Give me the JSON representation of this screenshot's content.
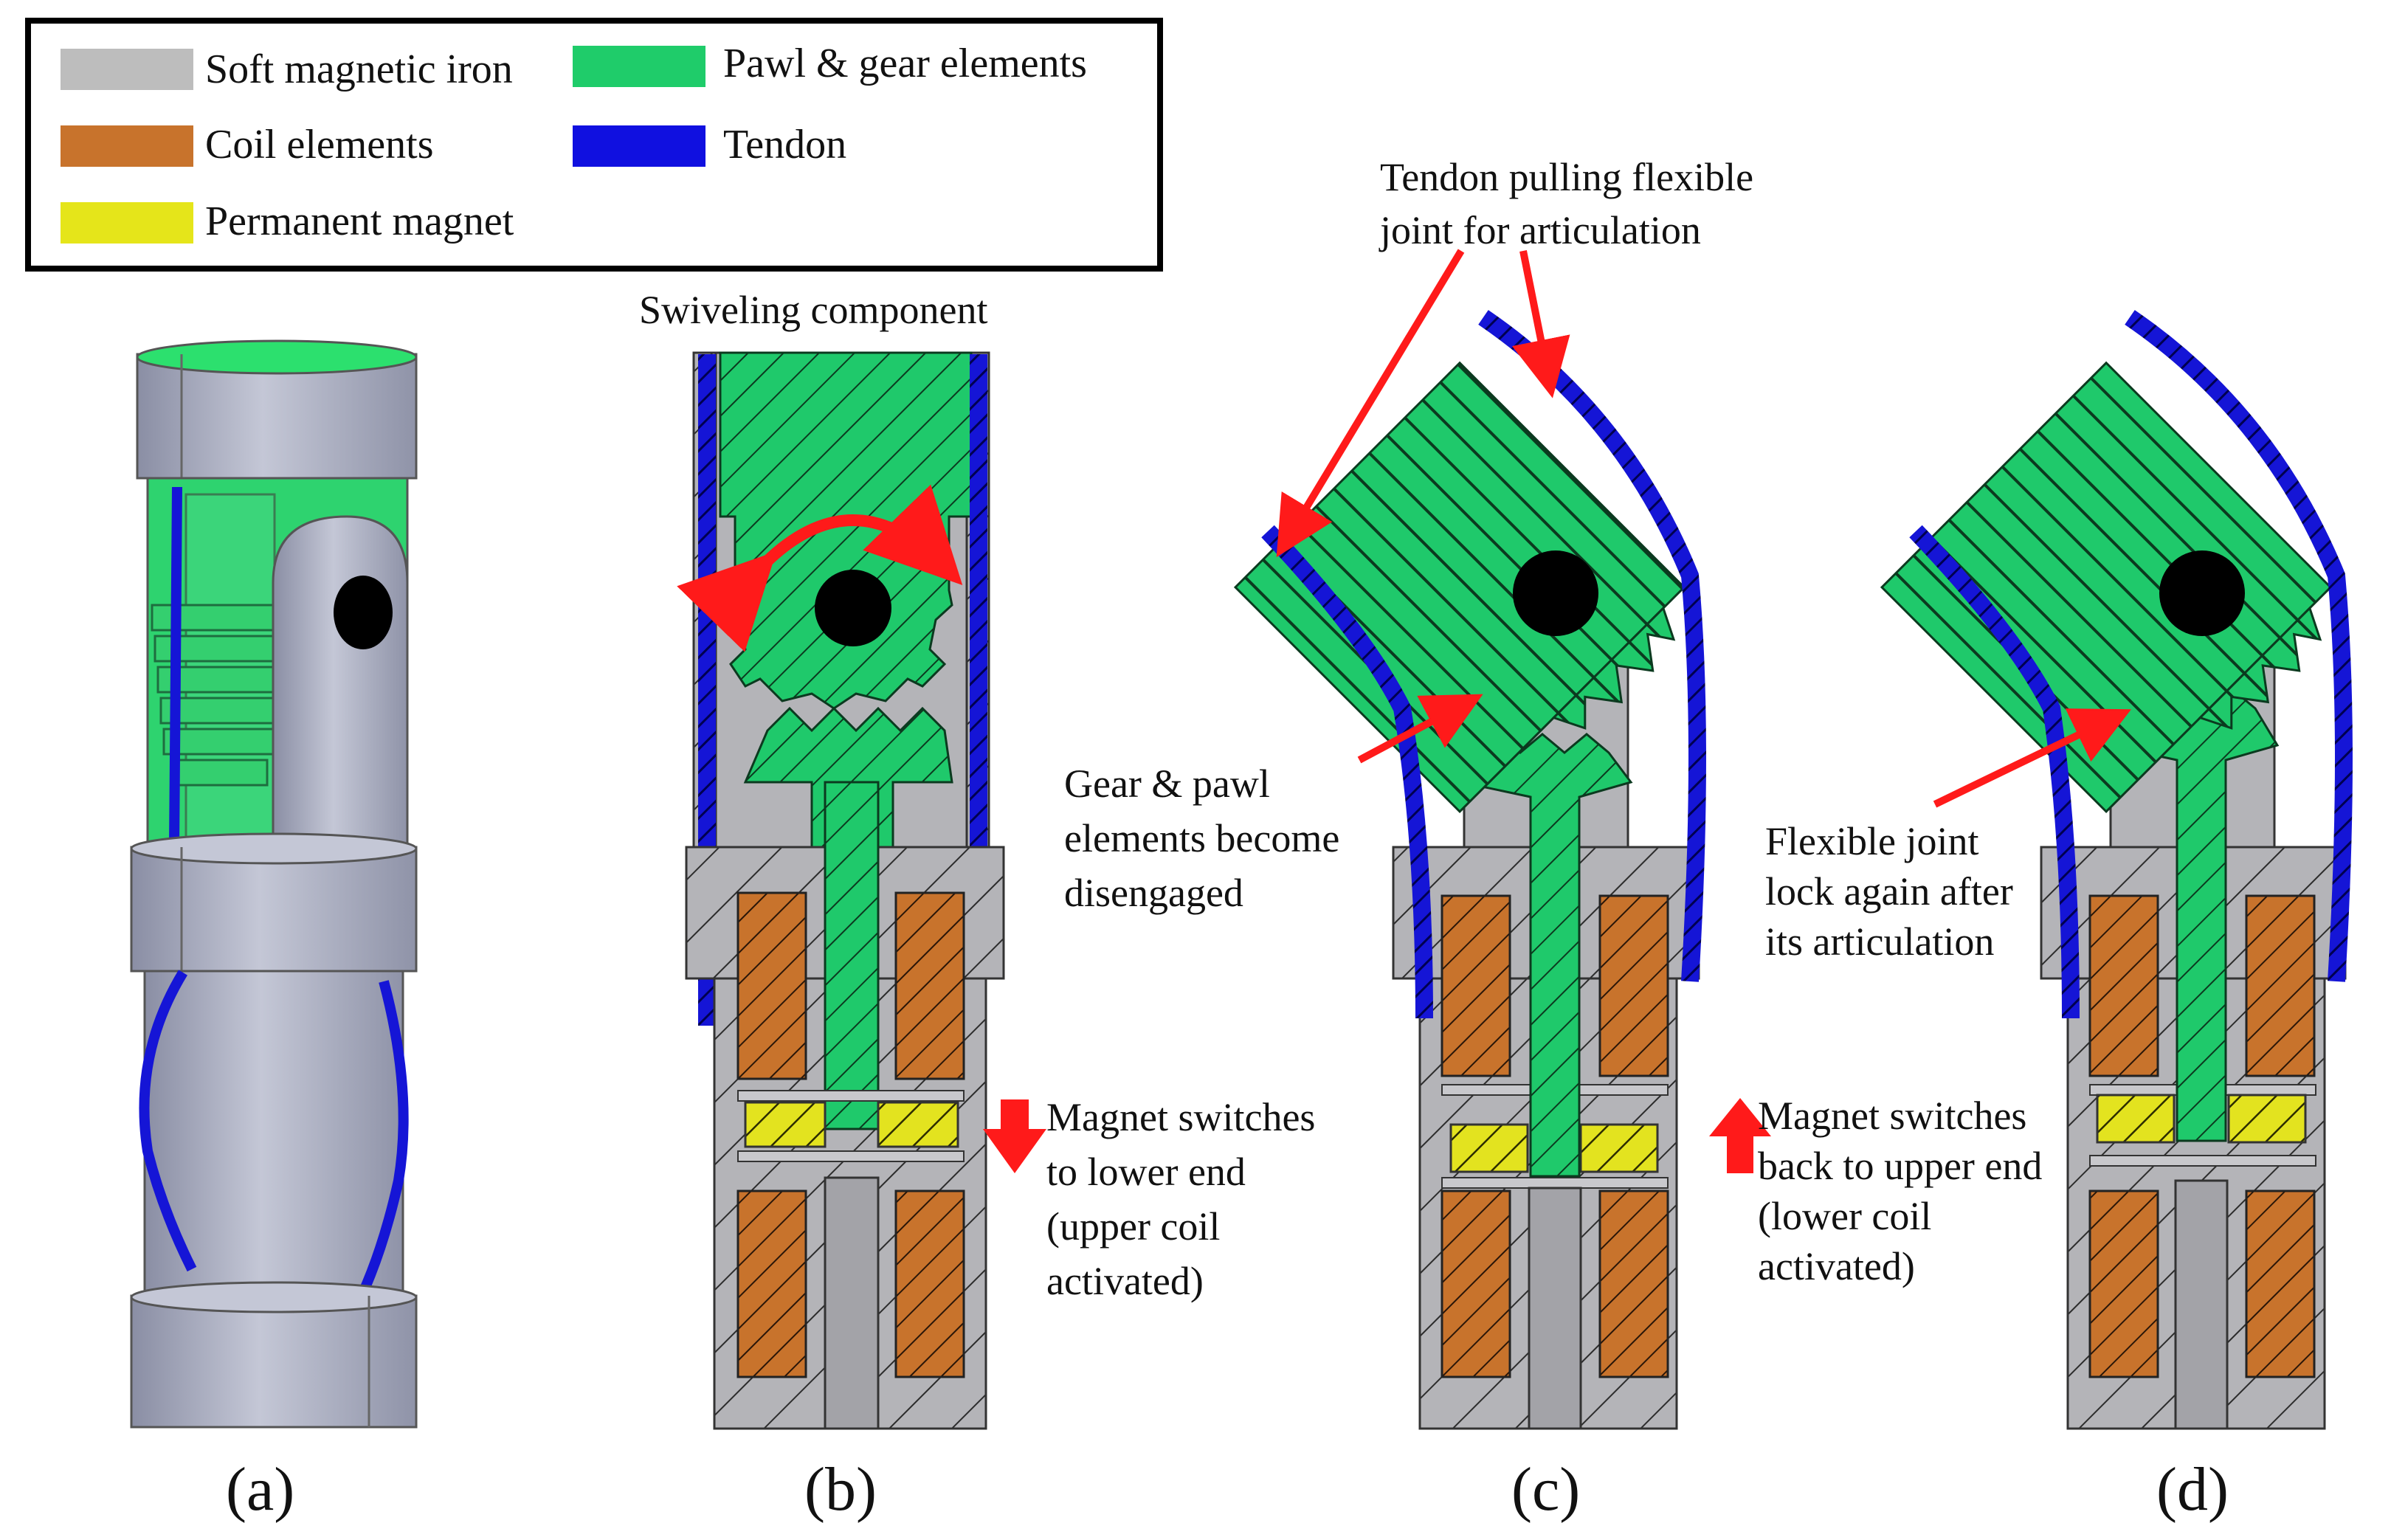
{
  "legend": {
    "items": [
      {
        "label": "Soft magnetic iron",
        "color": "#bdbdbd"
      },
      {
        "label": "Pawl & gear elements",
        "color": "#1fcc6a"
      },
      {
        "label": "Coil elements",
        "color": "#c8732c"
      },
      {
        "label": "Tendon",
        "color": "#1010e0"
      },
      {
        "label": "Permanent magnet",
        "color": "#e5e51a"
      }
    ]
  },
  "colors": {
    "iron": "#b4b4b8",
    "iron_dark": "#8e8e94",
    "gear": "#1fc96b",
    "coil": "#c8732c",
    "tendon": "#1515d6",
    "magnet": "#e3e31f",
    "arrow": "#ff1a1a",
    "pivot": "#000000"
  },
  "panels": {
    "a": {
      "label": "(a)"
    },
    "b": {
      "label": "(b)",
      "title": "Swiveling component",
      "magnet_note": [
        "Magnet switches",
        "to lower end",
        "(upper coil",
        "activated)"
      ]
    },
    "c": {
      "label": "(c)",
      "tendon_note": [
        "Tendon pulling flexible",
        "joint for articulation"
      ],
      "gear_note": [
        "Gear & pawl",
        "elements become",
        "disengaged"
      ],
      "magnet_note": [
        "Magnet switches",
        "back to upper end",
        "(lower coil",
        "activated)"
      ]
    },
    "d": {
      "label": "(d)",
      "lock_note": [
        "Flexible joint",
        "lock again after",
        "its articulation"
      ]
    }
  }
}
